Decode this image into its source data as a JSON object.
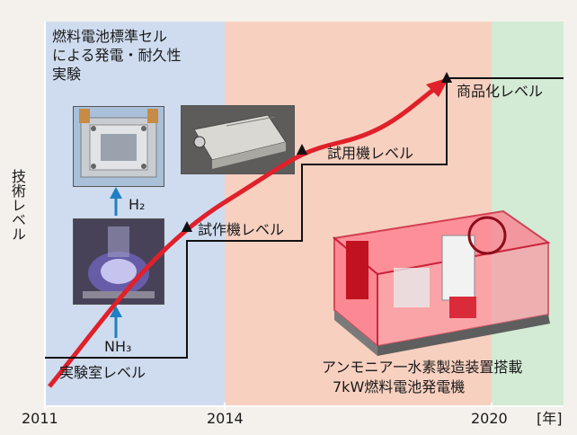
{
  "axis": {
    "y_label": "技術レベル",
    "years": [
      "2011",
      "2014",
      "2020"
    ],
    "unit": "[年]"
  },
  "stages": {
    "lab": "実験室レベル",
    "prototype": "試作機レベル",
    "trial": "試用機レベル",
    "commercial": "商品化レベル"
  },
  "experiment_label": "燃料電池標準セルによる発電・耐久性実験",
  "experiment_lines": [
    "燃料電池標準セル",
    "による発電・耐久性",
    "実験"
  ],
  "flow": {
    "h2": "H₂",
    "nh3": "NH₃"
  },
  "product_label_lines": [
    "アンモニア一水素製造装置搭載",
    "7kW燃料電池発電機"
  ],
  "colors": {
    "band_2011_2014": "#cfdcef",
    "band_2014_2020": "#f7d0c0",
    "band_2020_plus": "#d3ead5",
    "progress_arrow": "#e0202a",
    "flow_arrow": "#1f7fc4",
    "step_line": "#111111"
  }
}
